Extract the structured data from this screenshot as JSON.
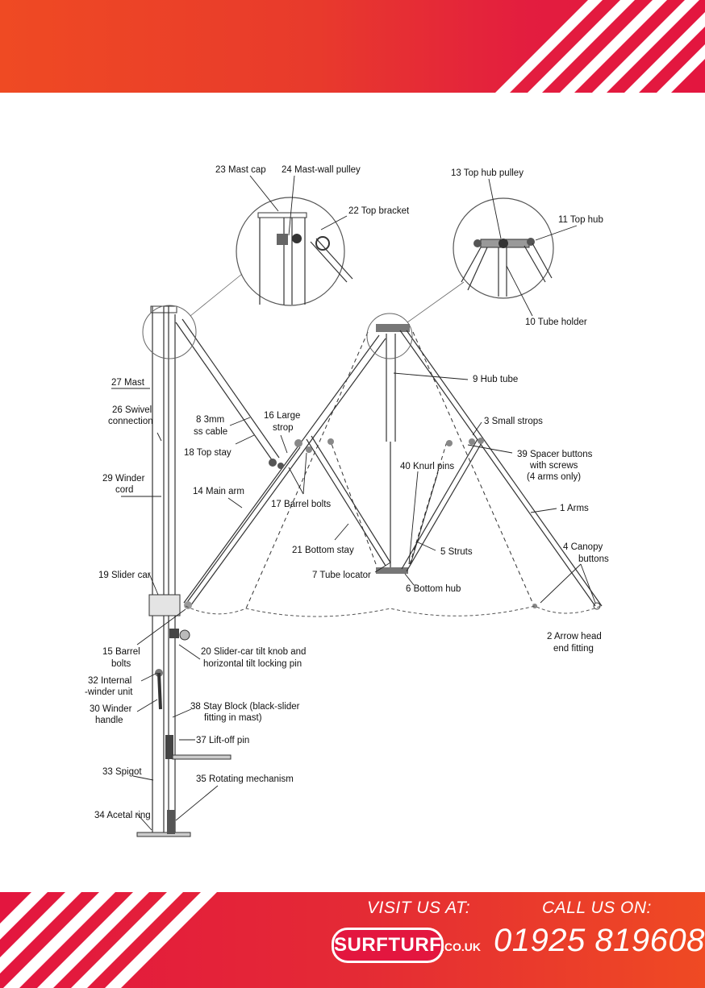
{
  "footer": {
    "visit_label": "VISIT US AT:",
    "brand_logo": "SURFTURF",
    "brand_domain": ".CO.UK",
    "call_label": "CALL US ON:",
    "phone": "01925 819608"
  },
  "labels": {
    "l23": "23 Mast cap",
    "l24": "24 Mast-wall pulley",
    "l22": "22 Top bracket",
    "l13": "13 Top hub pulley",
    "l11": "11 Top hub",
    "l10": "10 Tube holder",
    "l9": "9 Hub tube",
    "l27": "27 Mast",
    "l26a": "26 Swivel",
    "l26b": "connection",
    "l8a": "8 3mm",
    "l8b": "ss cable",
    "l16a": "16 Large",
    "l16b": "strop",
    "l3": "3 Small strops",
    "l18": "18 Top stay",
    "l39a": "39 Spacer buttons",
    "l39b": "with screws",
    "l39c": "(4 arms only)",
    "l40": "40 Knurl pins",
    "l29a": "29 Winder",
    "l29b": "cord",
    "l14": "14 Main arm",
    "l17": "17 Barrel bolts",
    "l1": "1 Arms",
    "l21": "21 Bottom stay",
    "l5": "5 Struts",
    "l4a": "4 Canopy",
    "l4b": "buttons",
    "l19": "19 Slider car",
    "l7": "7 Tube locator",
    "l6": "6 Bottom hub",
    "l2a": "2 Arrow head",
    "l2b": "end fitting",
    "l15a": "15 Barrel",
    "l15b": "bolts",
    "l20a": "20 Slider-car tilt knob and",
    "l20b": "horizontal tilt locking pin",
    "l32a": "32 Internal",
    "l32b": "-winder unit",
    "l30a": "30 Winder",
    "l30b": "handle",
    "l38a": "38 Stay Block (black-slider",
    "l38b": "fitting in mast)",
    "l37": "37 Lift-off pin",
    "l33": "33 Spigot",
    "l35": "35 Rotating mechanism",
    "l34": "34 Acetal ring"
  },
  "colors": {
    "brand_red": "#e3163f",
    "brand_orange": "#ef4a23",
    "stripe": "#ffffff",
    "line": "#333333"
  }
}
